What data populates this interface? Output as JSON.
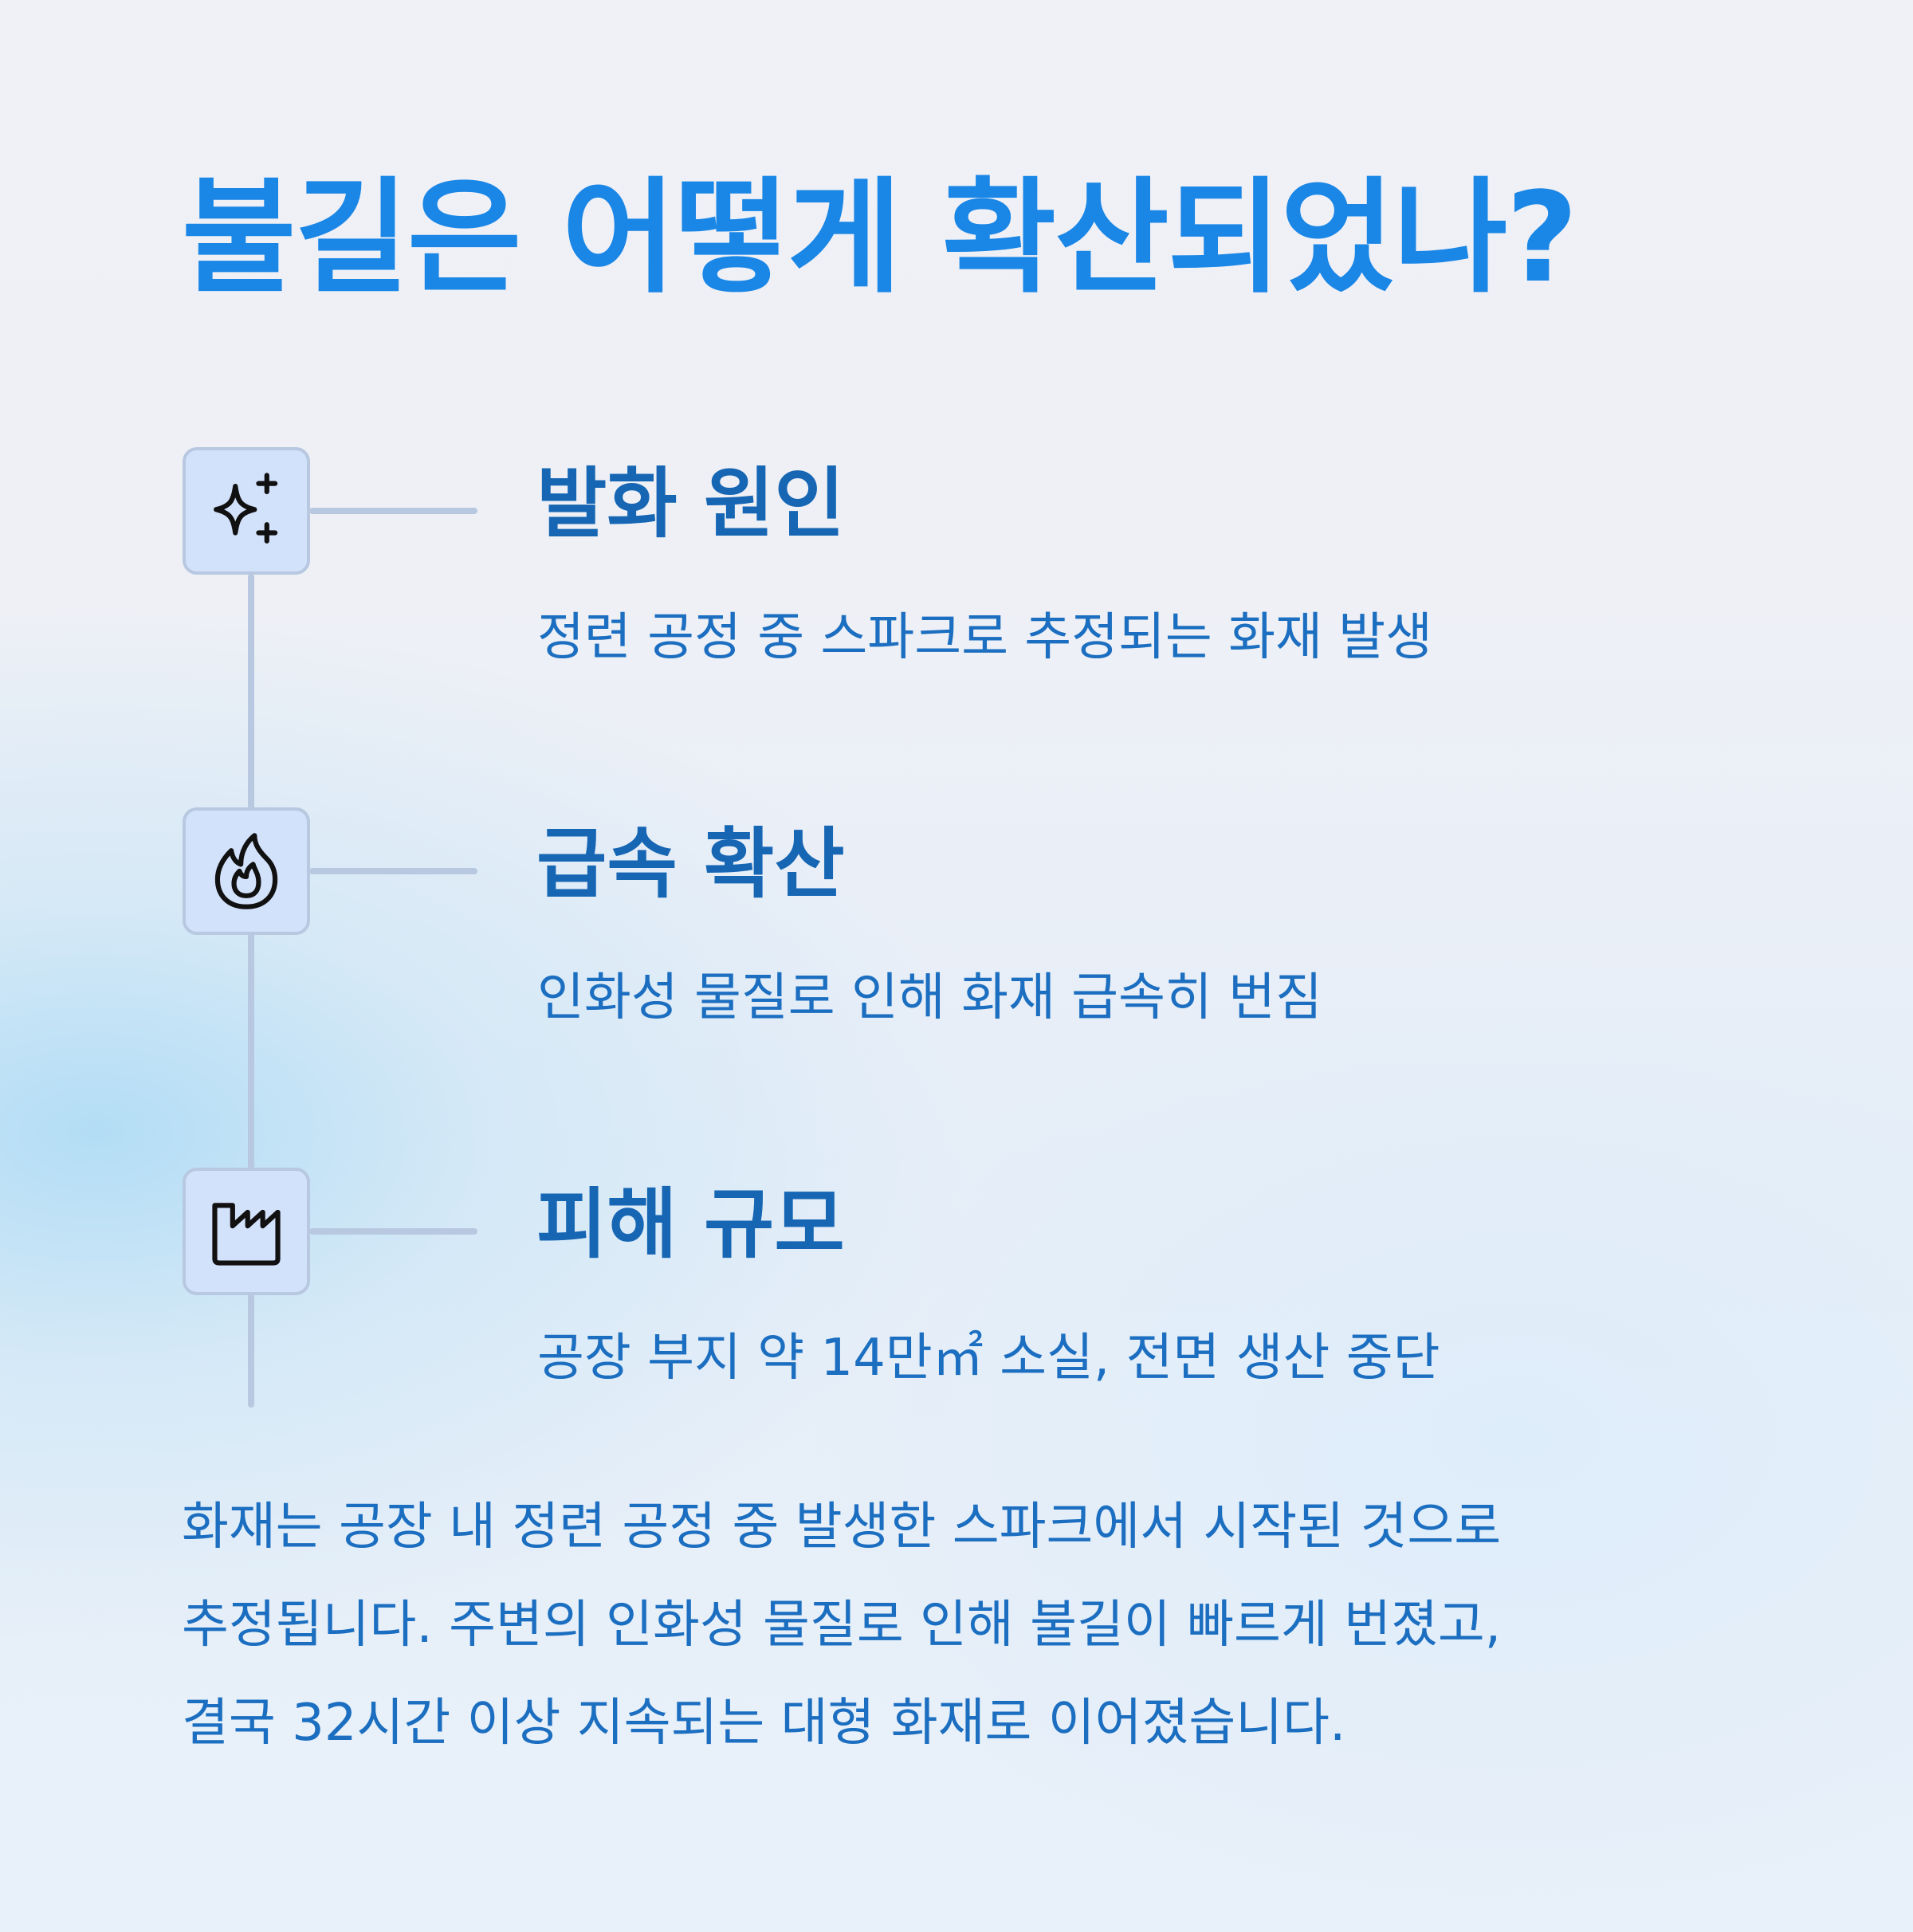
{
  "title": "불길은 어떻게 확산되었나?",
  "timeline": [
    {
      "icon": "sparkles-icon",
      "heading": "발화 원인",
      "description": "정련 공정 중 스파크로 추정되는 화재 발생"
    },
    {
      "icon": "fire-icon",
      "heading": "급속 확산",
      "description": "인화성 물질로 인해 화재 급속히 번짐"
    },
    {
      "icon": "factory-icon",
      "heading": "피해 규모",
      "description": "공장 부지 약 14만㎡ 소실, 전면 생산 중단"
    }
  ],
  "summary": {
    "lines": [
      "화재는 공장 내 정련 공정 중 발생한 스파크에서 시작된 것으로",
      "추정됩니다. 주변의 인화성 물질로 인해 불길이 빠르게 번졌고,",
      "결국 32시간 이상 지속되는 대형 화재로 이어졌습니다."
    ]
  },
  "colors": {
    "title": "#1a86e6",
    "heading": "#1666b4",
    "body_text": "#1b6ec0",
    "icon_box_fill": "#d3e2fb",
    "timeline_line": "#b7c8e0"
  }
}
